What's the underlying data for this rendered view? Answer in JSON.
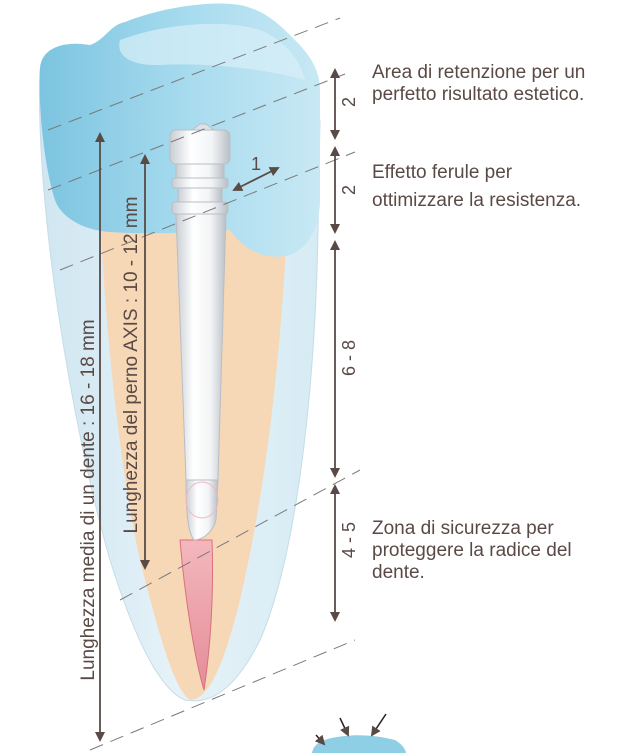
{
  "annotations": {
    "retention": [
      "Area di retenzione per un",
      "perfetto risultato estetico."
    ],
    "ferrule": [
      "Effetto ferule per",
      "ottimizzare la resistenza."
    ],
    "safety": [
      "Zona di sicurezza per",
      "proteggere la radice del",
      "dente."
    ]
  },
  "dimensions": {
    "crown_zone": "2",
    "ferrule_zone": "2",
    "post_zone": "6 - 8",
    "safety_zone": "4 - 5",
    "ferrule_width": "1"
  },
  "vertical_labels": {
    "tooth_length": "Lunghezza media di un dente : 16 - 18 mm",
    "post_length": "Lunghezza del perno AXIS : 10 - 12 mm"
  },
  "colors": {
    "enamel": "#8ecfe6",
    "crown_light": "#bfe4f2",
    "dentin": "#f6d8b7",
    "root_outer": "#dcecf4",
    "post": "#eef1f4",
    "apex": "#e8a0a8",
    "arrow": "#5a4a46"
  }
}
